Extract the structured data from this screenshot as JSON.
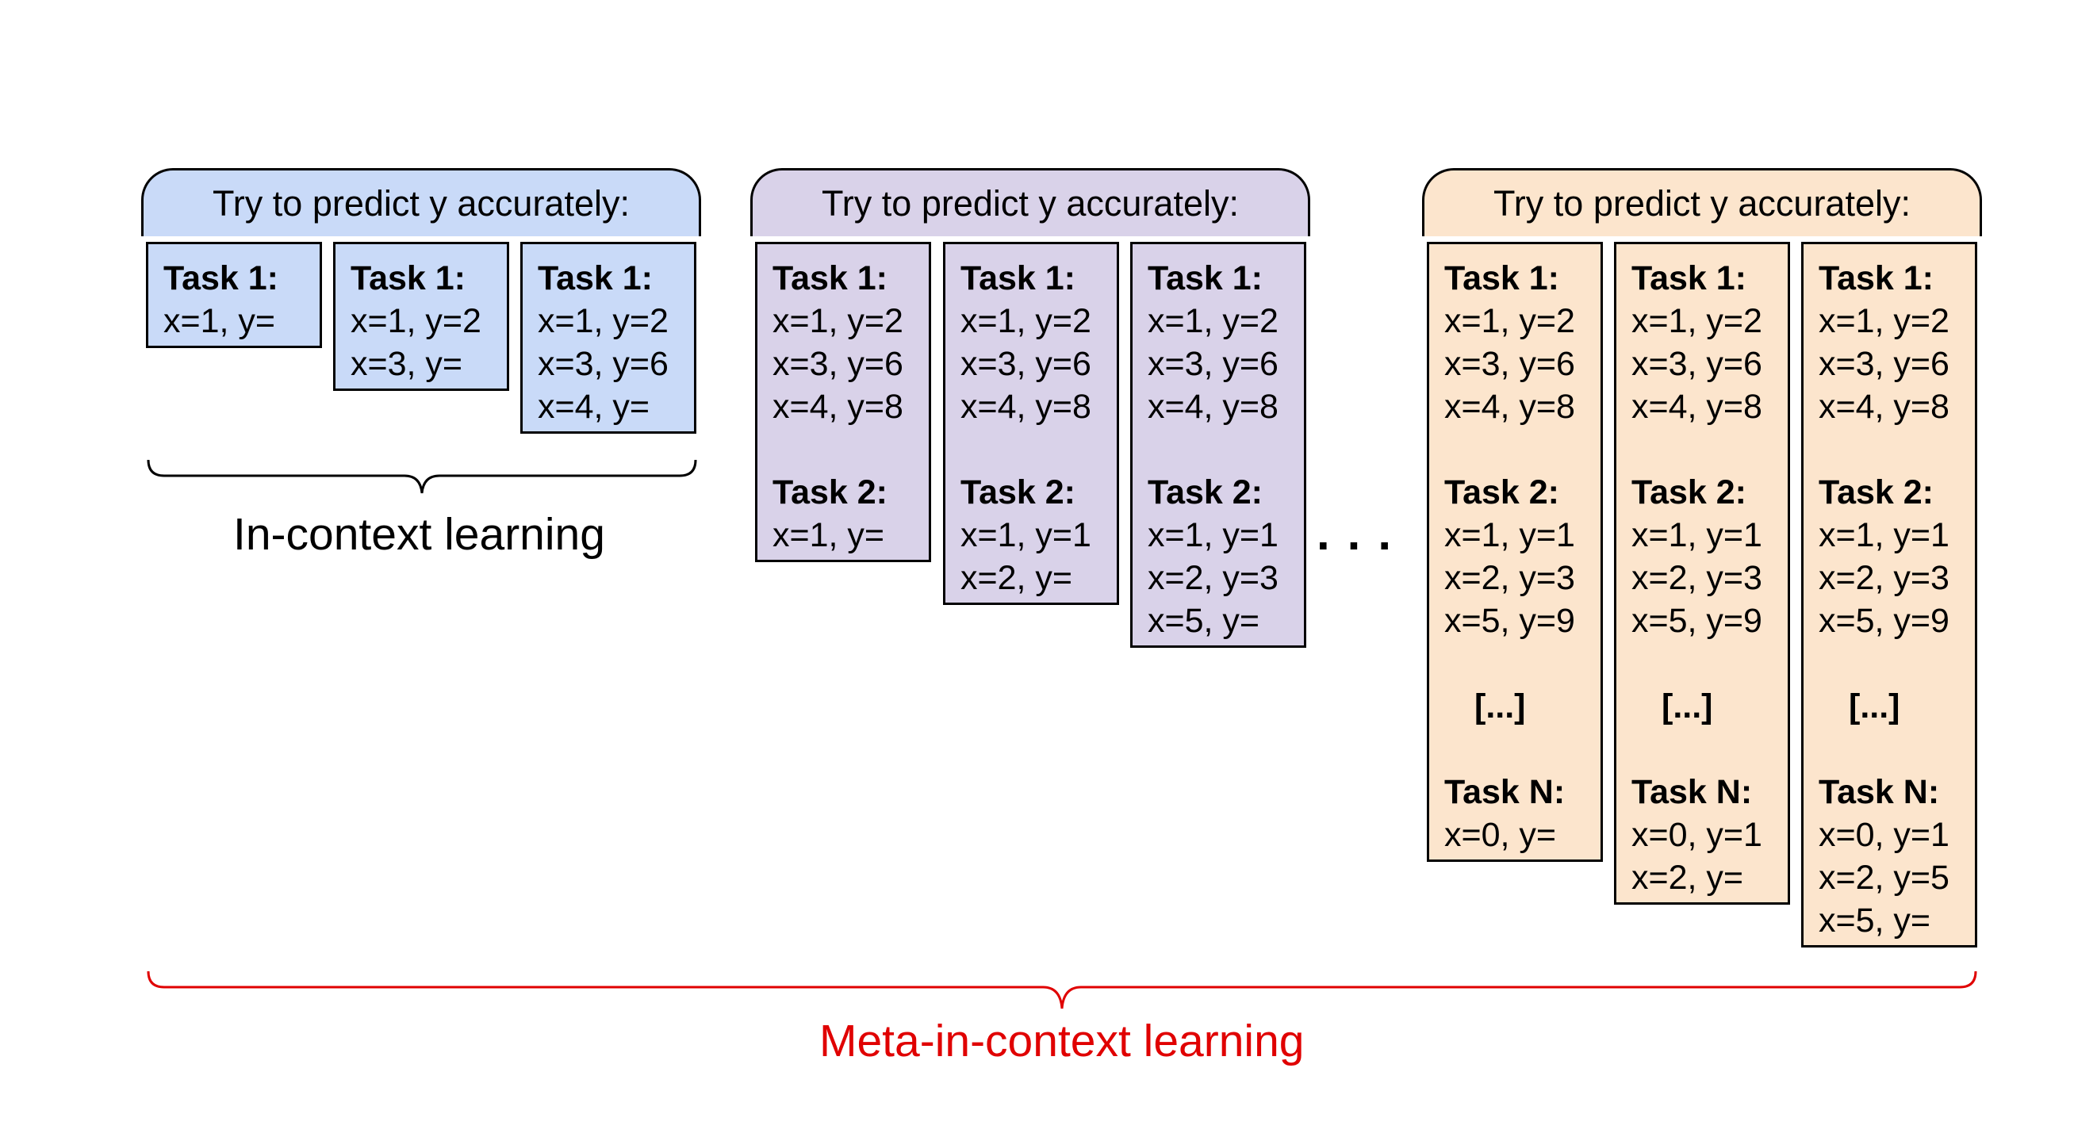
{
  "groups": [
    {
      "header": "Try to predict y accurately:",
      "color": "#c9daf8",
      "cards": [
        [
          {
            "t": "Task 1:",
            "b": true
          },
          {
            "t": "x=1, y="
          }
        ],
        [
          {
            "t": "Task 1:",
            "b": true
          },
          {
            "t": "x=1, y=2"
          },
          {
            "t": "x=3, y="
          }
        ],
        [
          {
            "t": "Task 1:",
            "b": true
          },
          {
            "t": "x=1, y=2"
          },
          {
            "t": "x=3, y=6"
          },
          {
            "t": "x=4, y="
          }
        ]
      ]
    },
    {
      "header": "Try to predict y accurately:",
      "color": "#d9d2e9",
      "cards": [
        [
          {
            "t": "Task 1:",
            "b": true
          },
          {
            "t": "x=1, y=2"
          },
          {
            "t": "x=3, y=6"
          },
          {
            "t": "x=4, y=8"
          },
          {
            "gap": true
          },
          {
            "t": "Task 2:",
            "b": true
          },
          {
            "t": "x=1, y="
          }
        ],
        [
          {
            "t": "Task 1:",
            "b": true
          },
          {
            "t": "x=1, y=2"
          },
          {
            "t": "x=3, y=6"
          },
          {
            "t": "x=4, y=8"
          },
          {
            "gap": true
          },
          {
            "t": "Task 2:",
            "b": true
          },
          {
            "t": "x=1, y=1"
          },
          {
            "t": "x=2, y="
          }
        ],
        [
          {
            "t": "Task 1:",
            "b": true
          },
          {
            "t": "x=1, y=2"
          },
          {
            "t": "x=3, y=6"
          },
          {
            "t": "x=4, y=8"
          },
          {
            "gap": true
          },
          {
            "t": "Task 2:",
            "b": true
          },
          {
            "t": "x=1, y=1"
          },
          {
            "t": "x=2, y=3"
          },
          {
            "t": "x=5, y="
          }
        ]
      ]
    },
    {
      "header": "Try to predict y accurately:",
      "color": "#fce5cd",
      "cards": [
        [
          {
            "t": "Task 1:",
            "b": true
          },
          {
            "t": "x=1, y=2"
          },
          {
            "t": "x=3, y=6"
          },
          {
            "t": "x=4, y=8"
          },
          {
            "gap": true
          },
          {
            "t": "Task 2:",
            "b": true
          },
          {
            "t": "x=1, y=1"
          },
          {
            "t": "x=2, y=3"
          },
          {
            "t": "x=5, y=9"
          },
          {
            "gap": true
          },
          {
            "t": "[...]",
            "ell": true
          },
          {
            "gap": true
          },
          {
            "t": "Task N:",
            "b": true
          },
          {
            "t": "x=0, y="
          }
        ],
        [
          {
            "t": "Task 1:",
            "b": true
          },
          {
            "t": "x=1, y=2"
          },
          {
            "t": "x=3, y=6"
          },
          {
            "t": "x=4, y=8"
          },
          {
            "gap": true
          },
          {
            "t": "Task 2:",
            "b": true
          },
          {
            "t": "x=1, y=1"
          },
          {
            "t": "x=2, y=3"
          },
          {
            "t": "x=5, y=9"
          },
          {
            "gap": true
          },
          {
            "t": "[...]",
            "ell": true
          },
          {
            "gap": true
          },
          {
            "t": "Task N:",
            "b": true
          },
          {
            "t": "x=0, y=1"
          },
          {
            "t": "x=2, y="
          }
        ],
        [
          {
            "t": "Task 1:",
            "b": true
          },
          {
            "t": "x=1, y=2"
          },
          {
            "t": "x=3, y=6"
          },
          {
            "t": "x=4, y=8"
          },
          {
            "gap": true
          },
          {
            "t": "Task 2:",
            "b": true
          },
          {
            "t": "x=1, y=1"
          },
          {
            "t": "x=2, y=3"
          },
          {
            "t": "x=5, y=9"
          },
          {
            "gap": true
          },
          {
            "t": "[...]",
            "ell": true
          },
          {
            "gap": true
          },
          {
            "t": "Task N:",
            "b": true
          },
          {
            "t": "x=0, y=1"
          },
          {
            "t": "x=2, y=5"
          },
          {
            "t": "x=5, y="
          }
        ]
      ]
    }
  ],
  "ellipsis": "...",
  "in_context_label": "In-context learning",
  "meta_label": "Meta-in-context learning",
  "meta_color": "#e00000"
}
